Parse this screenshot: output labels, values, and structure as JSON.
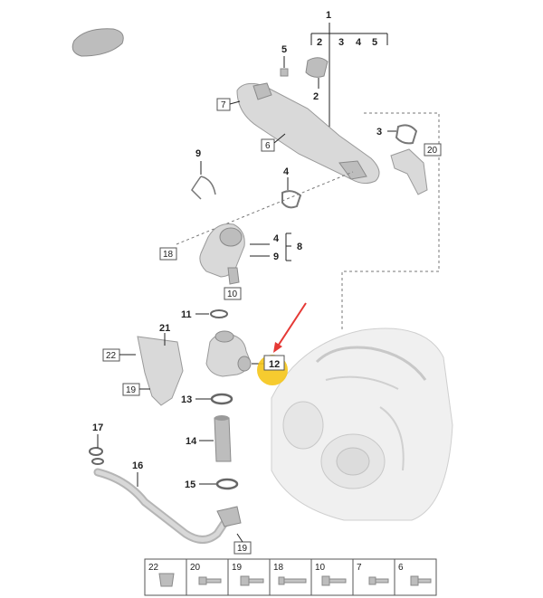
{
  "diagram": {
    "group_header": {
      "main": "1",
      "subparts": [
        "2",
        "3",
        "4",
        "5"
      ]
    },
    "callouts": {
      "p5": "5",
      "p2": "2",
      "p7": "7",
      "p6": "6",
      "p3": "3",
      "p20": "20",
      "p9": "9",
      "p4": "4",
      "p4b": "4",
      "p8": "8",
      "p9b": "9",
      "p18": "18",
      "p10": "10",
      "p11": "11",
      "p21": "21",
      "p22": "22",
      "p19": "19",
      "p12": "12",
      "p13": "13",
      "p17": "17",
      "p14": "14",
      "p16": "16",
      "p15": "15",
      "p19b": "19"
    },
    "highlight_color": "#f5c518",
    "arrow_color": "#e53935",
    "fastener_strip": [
      "22",
      "20",
      "19",
      "18",
      "10",
      "7",
      "6"
    ]
  }
}
